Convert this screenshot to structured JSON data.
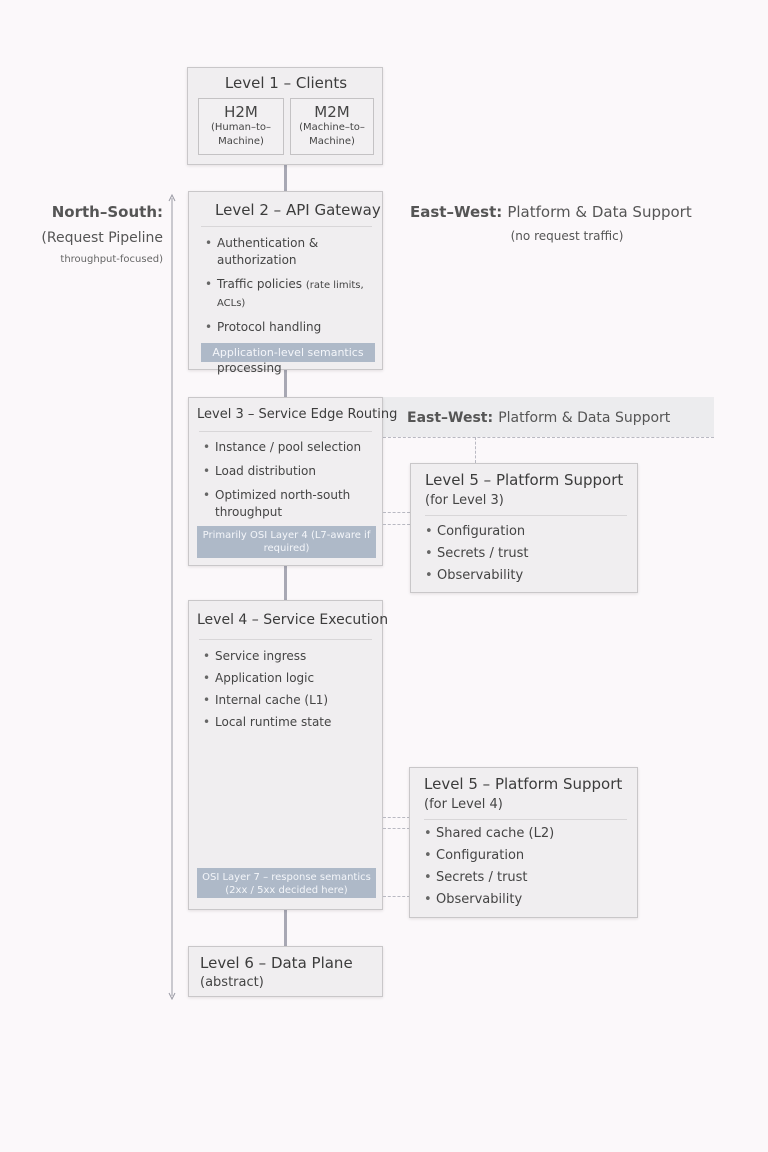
{
  "level1": {
    "title": "Level 1 – Clients",
    "h2m": {
      "name": "H2M",
      "desc": "(Human–to–Machine)"
    },
    "m2m": {
      "name": "M2M",
      "desc": "(Machine–to–Machine)"
    }
  },
  "north_south": {
    "title": "North–South:",
    "line1": "(Request Pipeline",
    "line2": "throughput-focused)"
  },
  "level2": {
    "title": "Level 2 – API Gateway",
    "items": [
      "Authentication & authorization",
      "Traffic policies",
      "Protocol handling",
      "Stateless request processing"
    ],
    "item2_note": "(rate limits, ACLs)",
    "tag": "Application-level semantics"
  },
  "east_west_1": {
    "bold": "East–West:",
    "text": "Platform & Data Support",
    "sub": "(no request traffic)"
  },
  "east_west_2": {
    "bold": "East–West:",
    "text": "Platform & Data Support"
  },
  "level3": {
    "title": "Level 3 – Service Edge Routing",
    "items": [
      "Instance / pool selection",
      "Load distribution",
      "Optimized north-south throughput"
    ],
    "tag": "Primarily OSI Layer 4 (L7-aware if required)"
  },
  "level5a": {
    "title": "Level 5 – Platform Support",
    "subtitle": "(for Level 3)",
    "items": [
      "Configuration",
      "Secrets / trust",
      "Observability"
    ]
  },
  "level4": {
    "title": "Level 4 – Service Execution",
    "items": [
      "Service ingress",
      "Application logic",
      "Internal cache (L1)",
      "Local runtime state"
    ],
    "tag": "OSI Layer 7 – response semantics (2xx / 5xx decided here)"
  },
  "level5b": {
    "title": "Level 5 – Platform Support",
    "subtitle": "(for Level 4)",
    "items": [
      "Shared cache (L2)",
      "Configuration",
      "Secrets / trust",
      "Observability"
    ]
  },
  "level6": {
    "title": "Level 6 – Data Plane",
    "subtitle": "(abstract)"
  }
}
